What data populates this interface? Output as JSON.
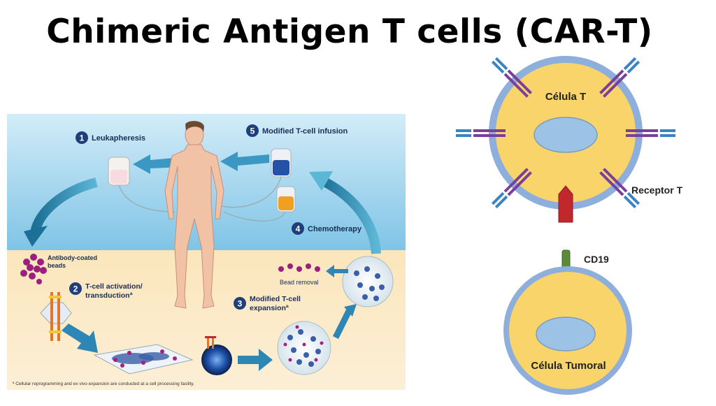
{
  "slide": {
    "title": "Chimeric Antigen T cells (CAR-T)"
  },
  "process": {
    "steps": [
      {
        "number": "1",
        "label": "Leukapheresis"
      },
      {
        "number": "2",
        "label_line1": "T-cell activation/",
        "label_line2": "transductionª"
      },
      {
        "number": "3",
        "label_line1": "Modified T-cell",
        "label_line2": "expansionª"
      },
      {
        "number": "4",
        "label": "Chemotherapy"
      },
      {
        "number": "5",
        "label": "Modified T-cell infusion"
      }
    ],
    "beads_label_line1": "Antibody-coated",
    "beads_label_line2": "beads",
    "bead_removal_label": "Bead removal",
    "footnote": "ª Cellular reprogramming and ex vivo expansion are conducted at a cell processing facility."
  },
  "cells": {
    "t_cell_label": "Célula T",
    "receptor_label": "Receptor T",
    "cd19_label": "CD19",
    "tumor_cell_label": "Célula Tumoral"
  },
  "colors": {
    "membrane": "#8eaedc",
    "cytoplasm": "#f8d46a",
    "nucleus": "#9cc3e6",
    "receptor_purple": "#7a3f98",
    "receptor_blue": "#3b84c4",
    "car_red": "#c0282d",
    "cd19_green": "#5b8a38",
    "step_badge": "#1f3f7a"
  }
}
